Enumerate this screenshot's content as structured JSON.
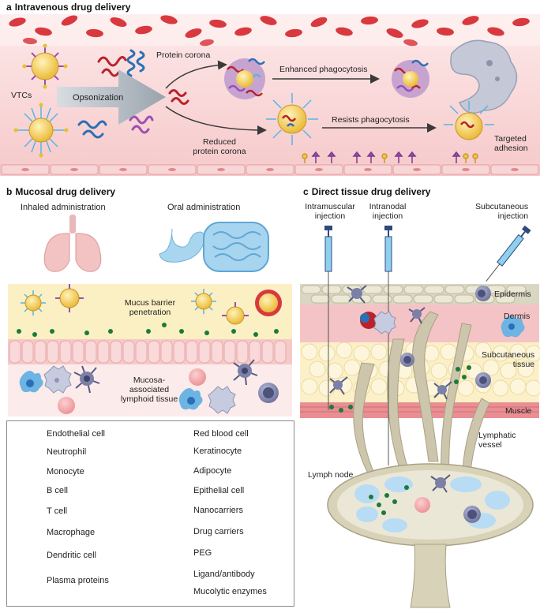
{
  "panel_a": {
    "letter": "a",
    "title": "Intravenous drug delivery",
    "vtcs": "VTCs",
    "opsonization": "Opsonization",
    "protein_corona": "Protein corona",
    "enhanced_phagocytosis": "Enhanced phagocytosis",
    "resists_phagocytosis": "Resists phagocytosis",
    "reduced_corona_line1": "Reduced",
    "reduced_corona_line2": "protein corona",
    "targeted_line1": "Targeted",
    "targeted_line2": "adhesion"
  },
  "panel_b": {
    "letter": "b",
    "title": "Mucosal drug delivery",
    "inhaled": "Inhaled administration",
    "oral": "Oral administration",
    "mucus_line1": "Mucus barrier",
    "mucus_line2": "penetration",
    "malt_line1": "Mucosa-",
    "malt_line2": "associated",
    "malt_line3": "lymphoid tissue"
  },
  "panel_c": {
    "letter": "c",
    "title": "Direct tissue drug delivery",
    "intramuscular_line1": "Intramuscular",
    "intramuscular_line2": "injection",
    "intranodal_line1": "Intranodal",
    "intranodal_line2": "injection",
    "subcutaneous_line1": "Subcutaneous",
    "subcutaneous_line2": "injection",
    "epidermis": "Epidermis",
    "dermis": "Dermis",
    "subcutaneous_tissue_line1": "Subcutaneous",
    "subcutaneous_tissue_line2": "tissue",
    "muscle": "Muscle",
    "lymphatic_line1": "Lymphatic",
    "lymphatic_line2": "vessel",
    "lymph_node": "Lymph node"
  },
  "legend": {
    "left": [
      {
        "icon": "endothelial-cell-icon",
        "label": "Endothelial cell"
      },
      {
        "icon": "neutrophil-icon",
        "label": "Neutrophil"
      },
      {
        "icon": "monocyte-icon",
        "label": "Monocyte"
      },
      {
        "icon": "b-cell-icon",
        "label": "B cell"
      },
      {
        "icon": "t-cell-icon",
        "label": "T cell"
      },
      {
        "icon": "macrophage-icon",
        "label": "Macrophage"
      },
      {
        "icon": "dendritic-cell-icon",
        "label": "Dendritic cell"
      },
      {
        "icon": "plasma-proteins-icon",
        "label": "Plasma proteins"
      }
    ],
    "right": [
      {
        "icon": "red-blood-cell-icon",
        "label": "Red blood cell"
      },
      {
        "icon": "keratinocyte-icon",
        "label": "Keratinocyte"
      },
      {
        "icon": "adipocyte-icon",
        "label": "Adipocyte"
      },
      {
        "icon": "epithelial-cell-icon",
        "label": "Epithelial cell"
      },
      {
        "icon": "nanocarriers-icon",
        "label": "Nanocarriers"
      },
      {
        "icon": "drug-carriers-icon",
        "label": "Drug carriers"
      },
      {
        "icon": "peg-icon",
        "label": "PEG"
      },
      {
        "icon": "ligand-antibody-icon",
        "label": "Ligand/antibody"
      },
      {
        "icon": "mucolytic-enzymes-icon",
        "label": "Mucolytic enzymes"
      }
    ]
  },
  "colors": {
    "blood_red": "#d8393f",
    "vessel_pink": "#f9dcdc",
    "mucus_yellow": "#fbefc4",
    "carrier_gold": "#f2c54a",
    "peg_blue": "#55b6e6",
    "t_cell": "#7b80a8",
    "b_cell": "#f4a3a6",
    "macrophage": "#6cb5e3",
    "lymph_vessel": "#cdc6ad",
    "nano_green": "#1c7a3a"
  }
}
